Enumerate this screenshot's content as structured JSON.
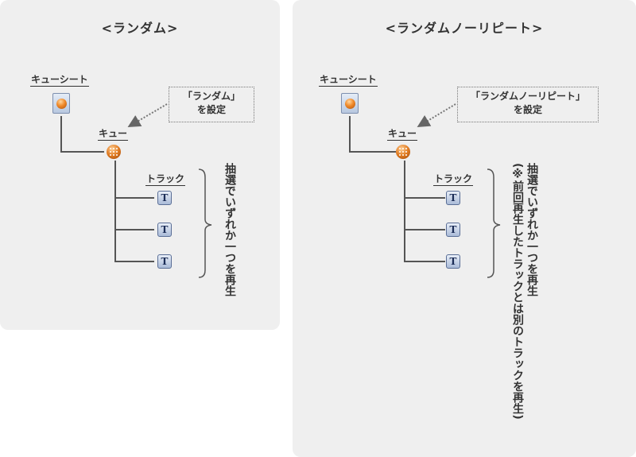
{
  "left_panel": {
    "title": "<ランダム>",
    "cuesheet_label": "キューシート",
    "cue_label": "キュー",
    "track_label": "トラック",
    "callout_line1": "「ランダム」",
    "callout_line2": "を設定",
    "description": "抽選でいずれか一つを再生",
    "track_glyph": "T"
  },
  "right_panel": {
    "title": "<ランダムノーリピート>",
    "cuesheet_label": "キューシート",
    "cue_label": "キュー",
    "track_label": "トラック",
    "callout_line1": "「ランダムノーリピート」",
    "callout_line2": "を設定",
    "description": "抽選でいずれか一つを再生",
    "note": "(※前回再生したトラックとは別のトラックを再生)",
    "track_glyph": "T"
  },
  "colors": {
    "panel_bg": "#efefef",
    "line": "#555555",
    "cue_orange": "#e07b22",
    "track_blue": "#1c2d57"
  },
  "icons": {
    "cuesheet": "cuesheet-icon",
    "cue": "cue-icon",
    "track": "track-icon"
  }
}
